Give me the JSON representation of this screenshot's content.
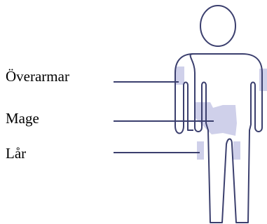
{
  "labels": {
    "upper_arms": "Överarmar",
    "stomach": "Mage",
    "thighs": "Lår"
  },
  "colors": {
    "outline": "#3b3f6e",
    "injection_area": "#cfd0ea",
    "pointer_line": "#3b3f6e",
    "text": "#000000"
  }
}
